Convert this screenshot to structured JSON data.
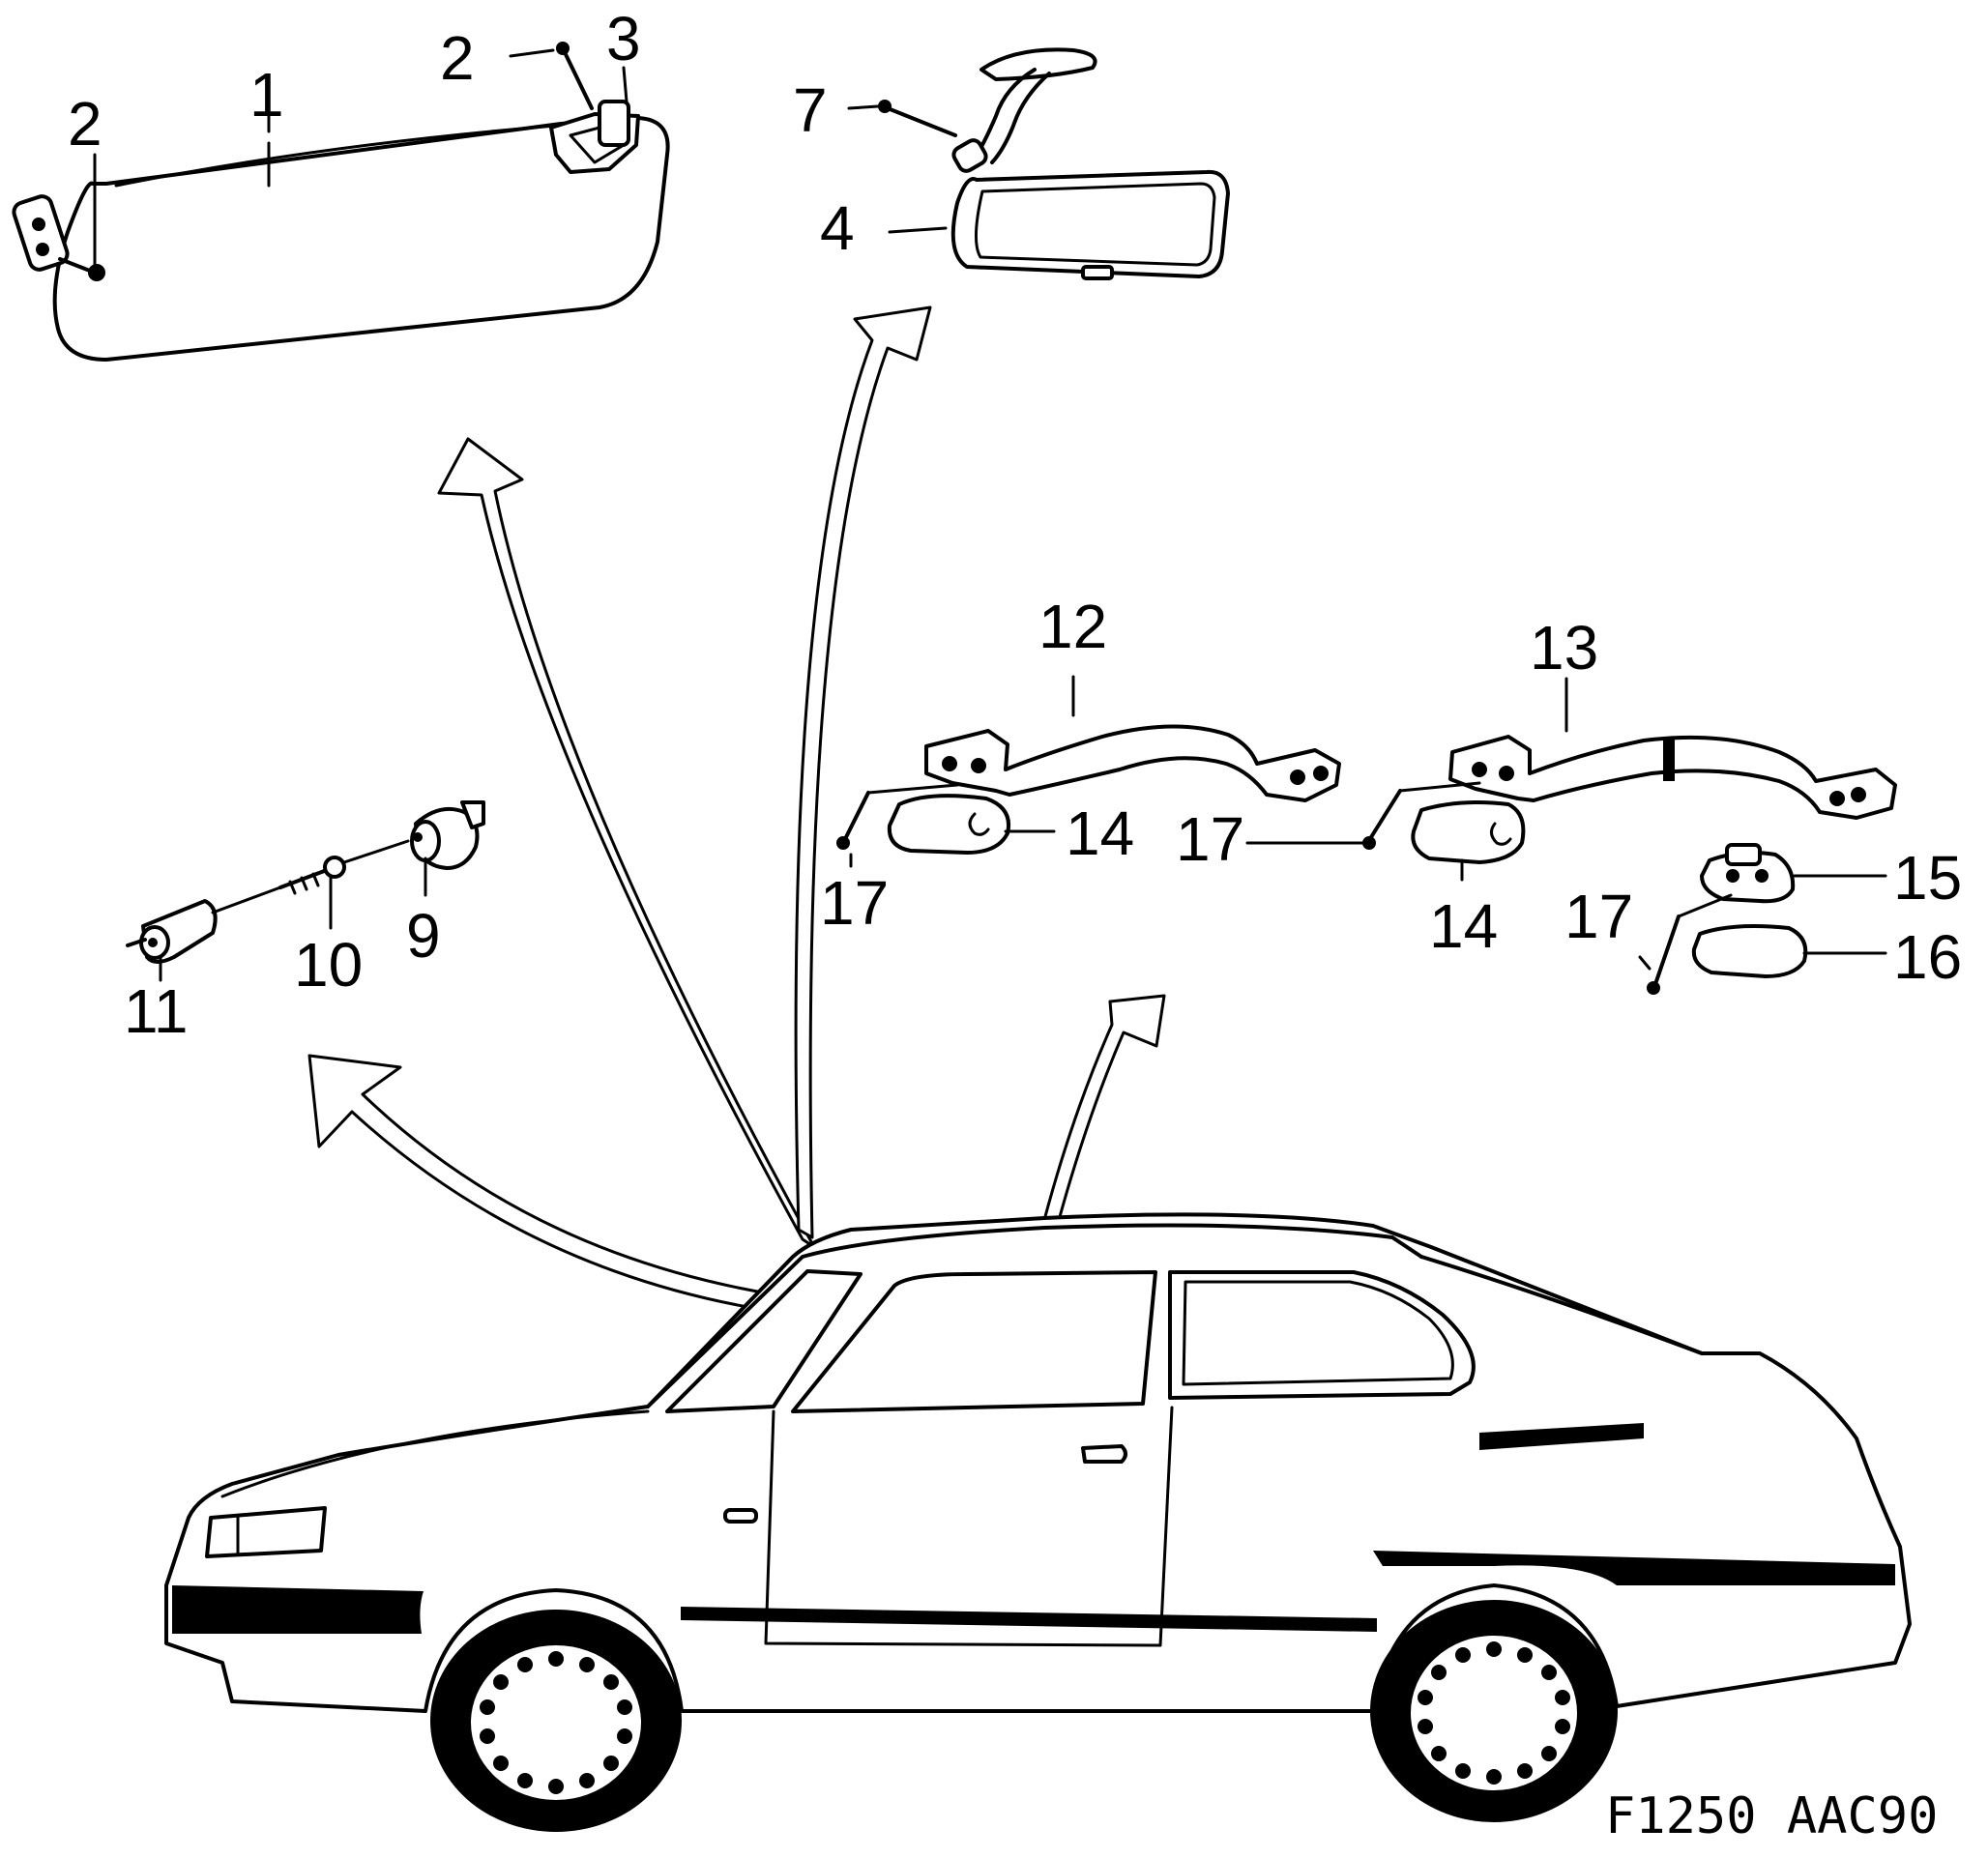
{
  "callouts": {
    "c1": "1",
    "c2a": "2",
    "c2b": "2",
    "c3": "3",
    "c4": "4",
    "c7": "7",
    "c9": "9",
    "c10": "10",
    "c11": "11",
    "c12": "12",
    "c13": "13",
    "c14a": "14",
    "c14b": "14",
    "c15": "15",
    "c16": "16",
    "c17a": "17",
    "c17b": "17",
    "c17c": "17"
  },
  "figure_code": "F1250  AAC90"
}
